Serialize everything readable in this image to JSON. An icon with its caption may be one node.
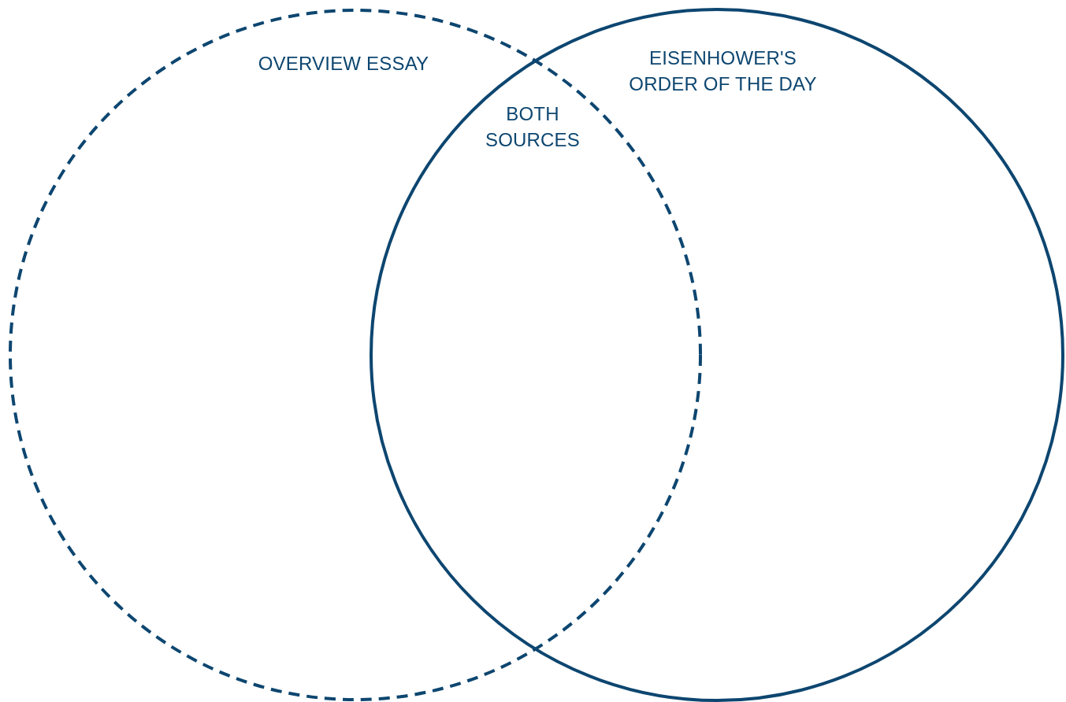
{
  "diagram": {
    "nodes": [
      {
        "text": [
          "OVERVIEW ESSAY"
        ]
      },
      {
        "text": [
          "EISENHOWER'S ORDER OF THE DAY"
        ]
      }
    ],
    "labels": [
      "BOTH SOURCES"
    ]
  }
}
